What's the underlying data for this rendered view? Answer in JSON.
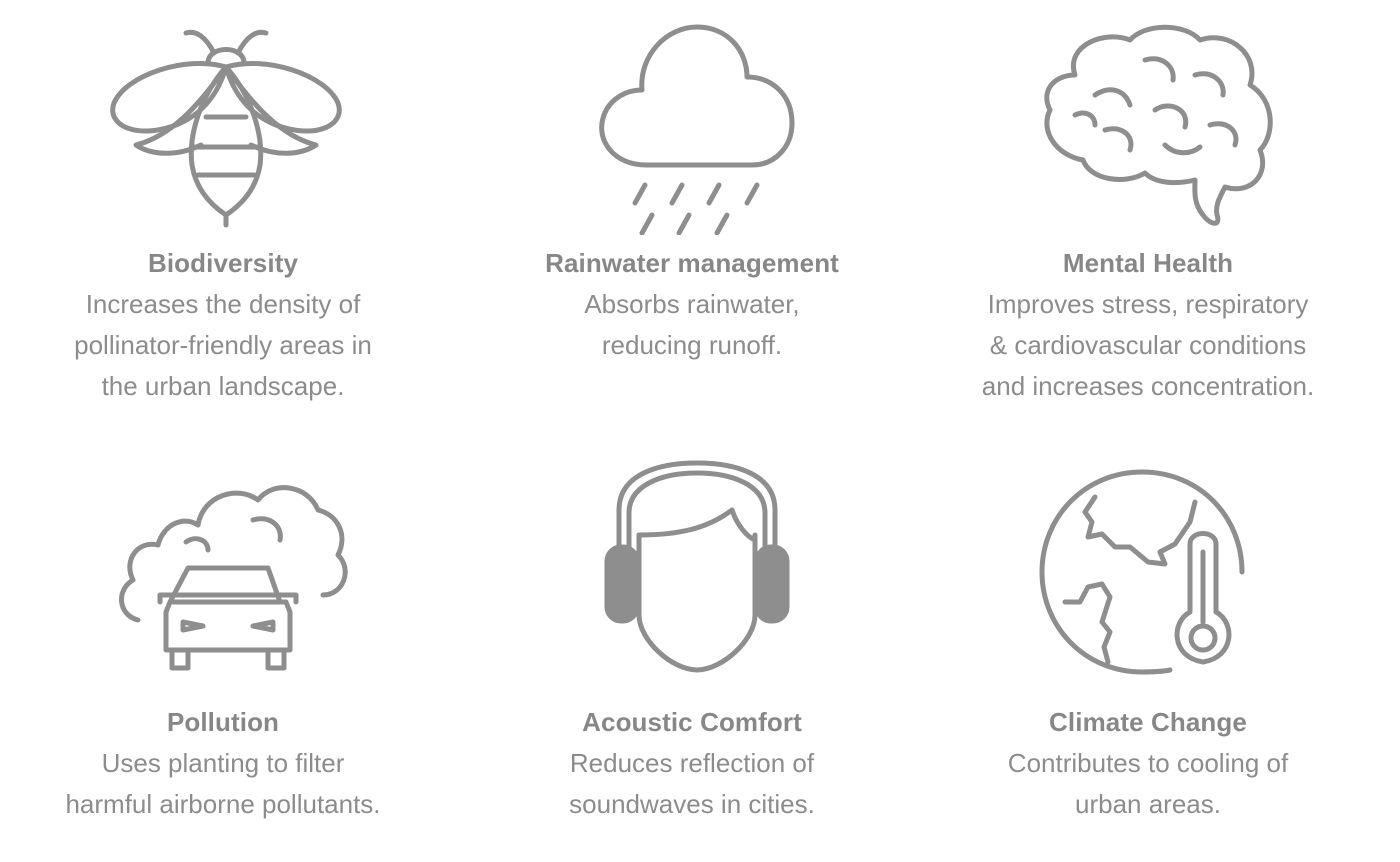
{
  "colors": {
    "icon_stroke": "#8e8e8e",
    "title_text": "#878787",
    "body_text": "#8c8c8c",
    "background": "#ffffff"
  },
  "benefits": [
    {
      "icon": "bee-icon",
      "title": "Biodiversity",
      "lines": [
        "Increases the density of",
        "pollinator-friendly areas in",
        "the urban landscape."
      ]
    },
    {
      "icon": "rain-cloud-icon",
      "title": "Rainwater management",
      "lines": [
        "Absorbs rainwater,",
        "reducing runoff."
      ]
    },
    {
      "icon": "brain-icon",
      "title": "Mental Health",
      "lines": [
        "Improves stress, respiratory",
        "& cardiovascular conditions",
        "and increases concentration."
      ]
    },
    {
      "icon": "car-smog-icon",
      "title": "Pollution",
      "lines": [
        "Uses planting to filter",
        "harmful airborne pollutants."
      ]
    },
    {
      "icon": "headphones-head-icon",
      "title": "Acoustic Comfort",
      "lines": [
        "Reduces reflection of",
        "soundwaves in cities."
      ]
    },
    {
      "icon": "globe-thermometer-icon",
      "title": "Climate Change",
      "lines": [
        "Contributes to cooling of",
        "urban areas."
      ]
    }
  ]
}
